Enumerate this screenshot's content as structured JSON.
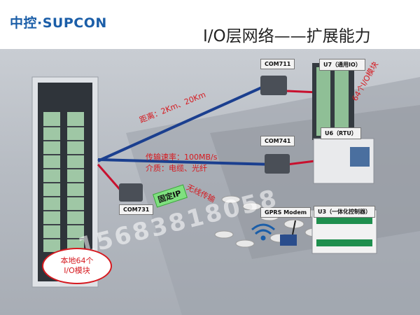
{
  "header": {
    "logo_text": "中控·SUPCON",
    "title": "I/O层网络——扩展能力"
  },
  "devices": {
    "com711": "COM711",
    "com741": "COM741",
    "com731": "COM731",
    "u7": "U7（通用IO）",
    "u6": "U6（RTU）",
    "gprs": "GPRS Modem",
    "u3": "U3（一体化控制器）"
  },
  "annotations": {
    "distance": "距离：2Km、20Km",
    "speed": "传输速率：100MB/s",
    "medium": "介质：电缆、光纤",
    "fixed_ip": "固定IP",
    "wireless": "无线传输",
    "modules_64": "64个I/O模块",
    "local_line1": "本地64个",
    "local_line2": "I/O模块"
  },
  "watermark": "15683818058",
  "colors": {
    "accent": "#1b5ea8",
    "annotation": "#d6191f",
    "fiber_blue": "#1b3f8f",
    "cable_red": "#c8102e"
  }
}
